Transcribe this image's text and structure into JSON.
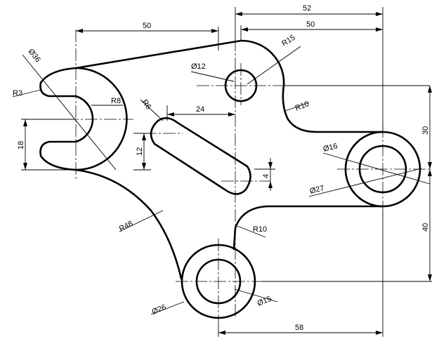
{
  "drawing": {
    "dimensions": {
      "d52": "52",
      "d50_top": "50",
      "d50_left": "50",
      "r15": "R15",
      "phi12": "Ø12",
      "phi36": "Ø36",
      "r3": "R3",
      "r8": "R8",
      "r6": "R6",
      "d24": "24",
      "r10_top": "R10",
      "d30": "30",
      "d18": "18",
      "d12": "12",
      "d4": "4",
      "phi16": "Ø16",
      "phi27": "Ø27",
      "r48": "R48",
      "r10_bottom": "R10",
      "d40": "40",
      "phi26": "Ø26",
      "phi15": "Ø15",
      "d58": "58"
    }
  }
}
